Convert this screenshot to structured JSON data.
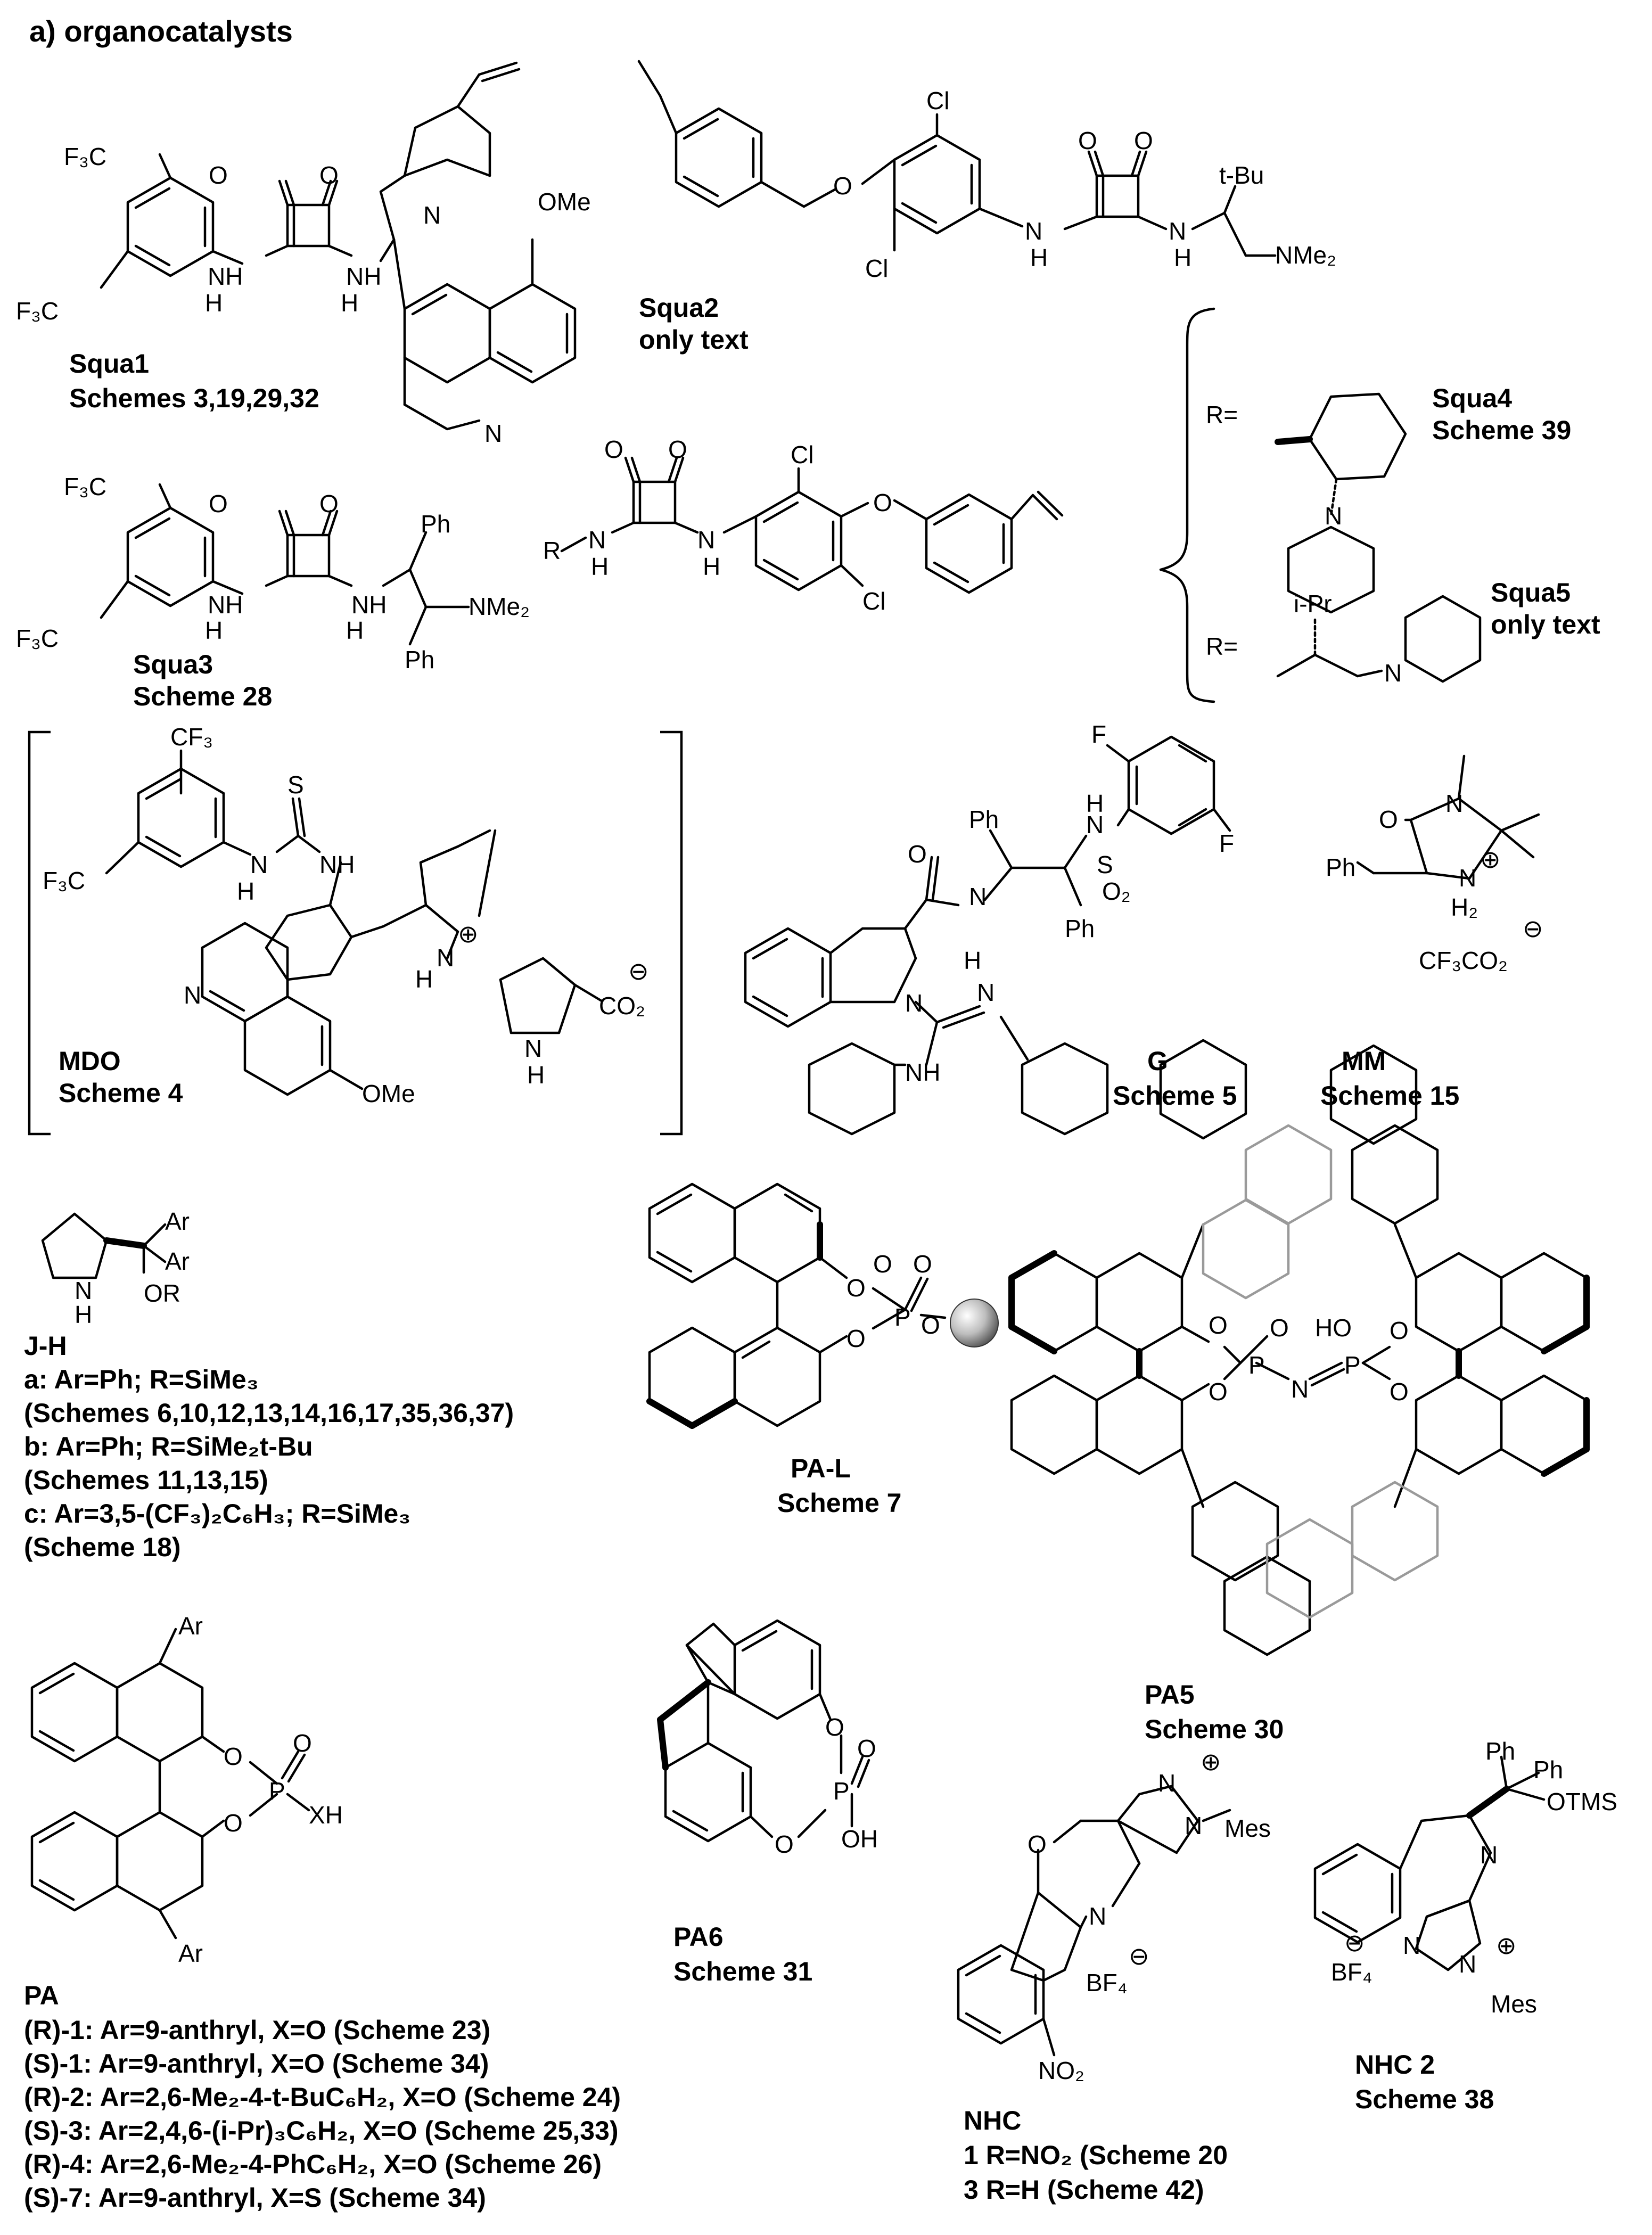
{
  "header": "a) organocatalysts",
  "atoms": {
    "f3c": "F₃C",
    "cl": "Cl",
    "o": "O",
    "n": "N",
    "nh": "NH",
    "h": "H",
    "s": "S",
    "f": "F",
    "ome": "OMe",
    "tbu": "t-Bu",
    "nme2": "NMe₂",
    "ph": "Ph",
    "ipr": "i-Pr",
    "r": "R",
    "req": "R=",
    "cf3": "CF₃",
    "co2": "CO₂",
    "minus": "⊖",
    "plus": "⊕",
    "h2": "H₂",
    "cf3co2": "CF₃CO₂",
    "ar": "Ar",
    "or": "OR",
    "p": "P",
    "ho": "HO",
    "xh": "XH",
    "oh": "OH",
    "so2": "S",
    "o2": "O₂",
    "mes": "Mes",
    "bf4": "BF₄",
    "otms": "OTMS",
    "no2": "NO₂"
  },
  "labels": {
    "squa1": {
      "name": "Squa1",
      "ref": "Schemes 3,19,29,32"
    },
    "squa2": {
      "name": "Squa2",
      "ref": "only text"
    },
    "squa3": {
      "name": "Squa3",
      "ref": "Scheme 28"
    },
    "squa4": {
      "name": "Squa4",
      "ref": "Scheme 39"
    },
    "squa5": {
      "name": "Squa5",
      "ref": "only text"
    },
    "mdo": {
      "name": "MDO",
      "ref": "Scheme 4"
    },
    "g": {
      "name": "G",
      "ref": "Scheme 5"
    },
    "mm": {
      "name": "MM",
      "ref": "Scheme 15"
    },
    "jh": {
      "name": "J-H",
      "lines": [
        "a: Ar=Ph; R=SiMe₃",
        "(Schemes 6,10,12,13,14,16,17,35,36,37)",
        "b: Ar=Ph; R=SiMe₂t-Bu",
        "(Schemes 11,13,15)",
        "c: Ar=3,5-(CF₃)₂C₆H₃; R=SiMe₃",
        "(Scheme 18)"
      ]
    },
    "pal": {
      "name": "PA-L",
      "ref": "Scheme 7"
    },
    "pa5": {
      "name": "PA5",
      "ref": "Scheme 30"
    },
    "pa": {
      "name": "PA",
      "lines": [
        "(R)-1: Ar=9-anthryl, X=O (Scheme 23)",
        "(S)-1: Ar=9-anthryl, X=O (Scheme 34)",
        "(R)-2: Ar=2,6-Me₂-4-t-BuC₆H₂, X=O (Scheme 24)",
        "(S)-3: Ar=2,4,6-(i-Pr)₃C₆H₂, X=O (Scheme 25,33)",
        "(R)-4: Ar=2,6-Me₂-4-PhC₆H₂, X=O (Scheme 26)",
        "(S)-7: Ar=9-anthryl, X=S (Scheme 34)"
      ]
    },
    "pa6": {
      "name": "PA6",
      "ref": "Scheme 31"
    },
    "nhc": {
      "name": "NHC",
      "lines": [
        "1 R=NO₂ (Scheme 20",
        "3 R=H (Scheme 42)"
      ]
    },
    "nhc2": {
      "name": "NHC 2",
      "ref": "Scheme 38"
    }
  }
}
